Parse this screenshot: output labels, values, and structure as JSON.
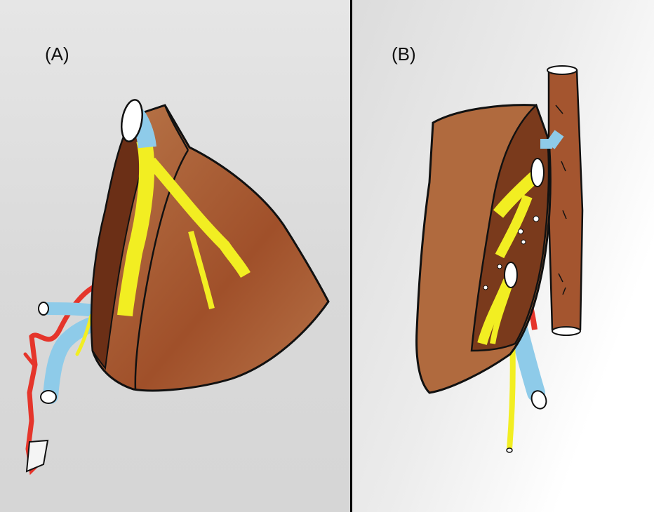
{
  "panels": [
    {
      "label": "(A)"
    },
    {
      "label": "(B)"
    }
  ],
  "colors": {
    "liver": "#b06a3e",
    "liver_dark": "#6b2f16",
    "liver_cut": "#7a3a1c",
    "bile_duct": "#f2ee22",
    "portal_vein": "#8ecbe9",
    "hepatic_artery": "#e5352b",
    "vena_cava": "#a4552f",
    "outline": "#111111"
  },
  "icons": [
    "liver-shape",
    "bile-duct",
    "portal-vein",
    "hepatic-artery",
    "vena-cava"
  ]
}
